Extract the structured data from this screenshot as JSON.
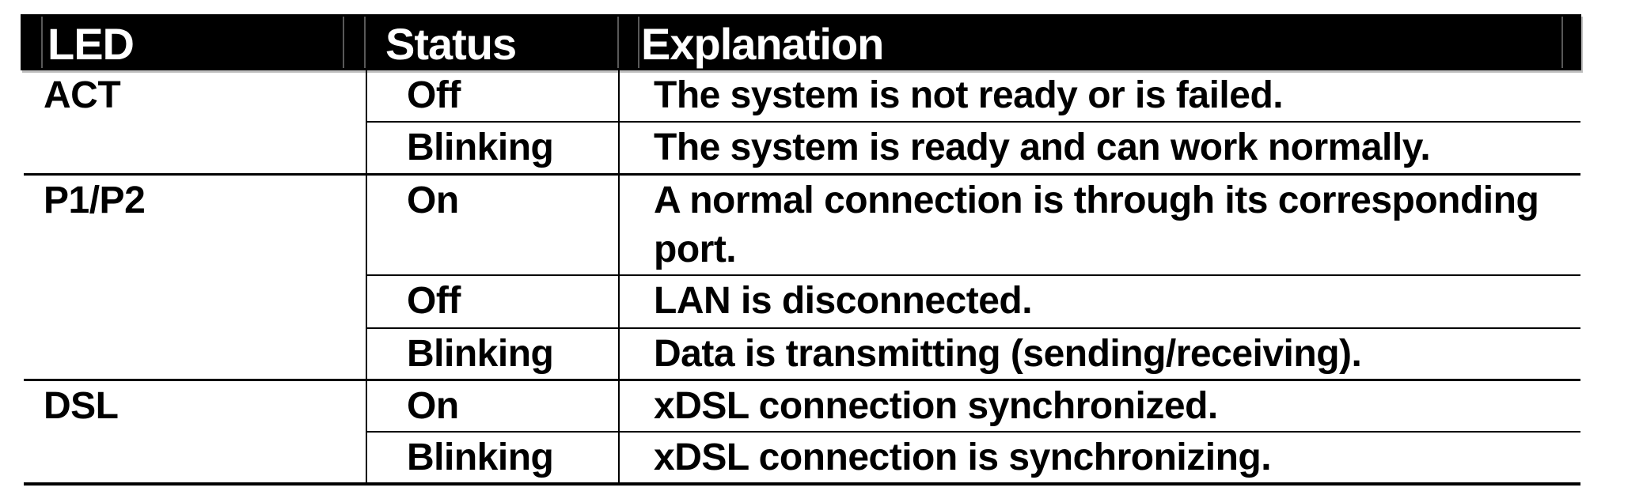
{
  "table": {
    "columns": [
      "LED",
      "Status",
      "Explanation"
    ],
    "groups": [
      {
        "led": "ACT",
        "rows": [
          {
            "status": "Off",
            "explanation": "The system is not ready or is failed."
          },
          {
            "status": "Blinking",
            "explanation": "The system is ready and can work normally."
          }
        ]
      },
      {
        "led": "P1/P2",
        "rows": [
          {
            "status": "On",
            "explanation": "A normal connection is through its corresponding\nport."
          },
          {
            "status": "Off",
            "explanation": "LAN is disconnected."
          },
          {
            "status": "Blinking",
            "explanation": "Data is transmitting (sending/receiving)."
          }
        ]
      },
      {
        "led": "DSL",
        "rows": [
          {
            "status": "On",
            "explanation": "xDSL connection synchronized."
          },
          {
            "status": "Blinking",
            "explanation": "xDSL connection is synchronizing."
          }
        ]
      }
    ],
    "colors": {
      "header_bg": "#000000",
      "header_text": "#ffffff",
      "body_text": "#000000",
      "border": "#000000"
    }
  }
}
